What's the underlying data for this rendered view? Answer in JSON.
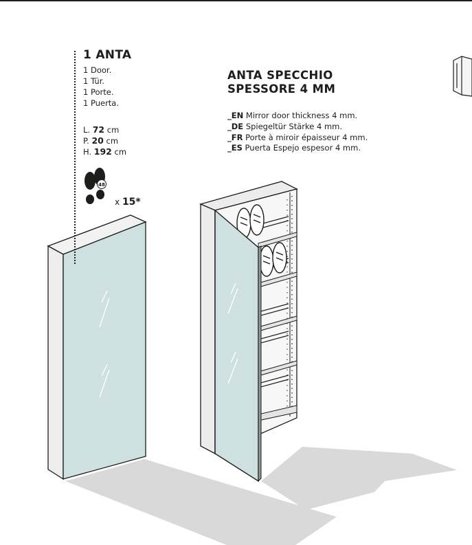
{
  "single_door": {
    "title": "1 ANTA",
    "translations": [
      "1 Door.",
      "1 Tür.",
      "1 Porte.",
      "1 Puerta."
    ],
    "dimensions": [
      {
        "prefix": "L.",
        "value": "72",
        "unit": "cm"
      },
      {
        "prefix": "P.",
        "value": "20",
        "unit": "cm"
      },
      {
        "prefix": "H.",
        "value": "192",
        "unit": "cm"
      }
    ],
    "shoe_size_badge": "48",
    "shoe_count_prefix": "x",
    "shoe_count": "15*"
  },
  "mirror_door": {
    "heading_line1": "ANTA SPECCHIO",
    "heading_line2": "SPESSORE 4 MM",
    "translations": [
      {
        "code": "_EN",
        "text": "Mirror door thickness 4 mm."
      },
      {
        "code": "_DE",
        "text": "Spiegeltür Stärke 4 mm."
      },
      {
        "code": "_FR",
        "text": "Porte à miroir épaisseur 4 mm."
      },
      {
        "code": "_ES",
        "text": "Puerta Espejo espesor 4 mm."
      }
    ]
  },
  "colors": {
    "ink": "#1d1d1b",
    "mirror": "#cfe0e0",
    "panel": "#ececec",
    "shadow": "#d9d9d9"
  }
}
